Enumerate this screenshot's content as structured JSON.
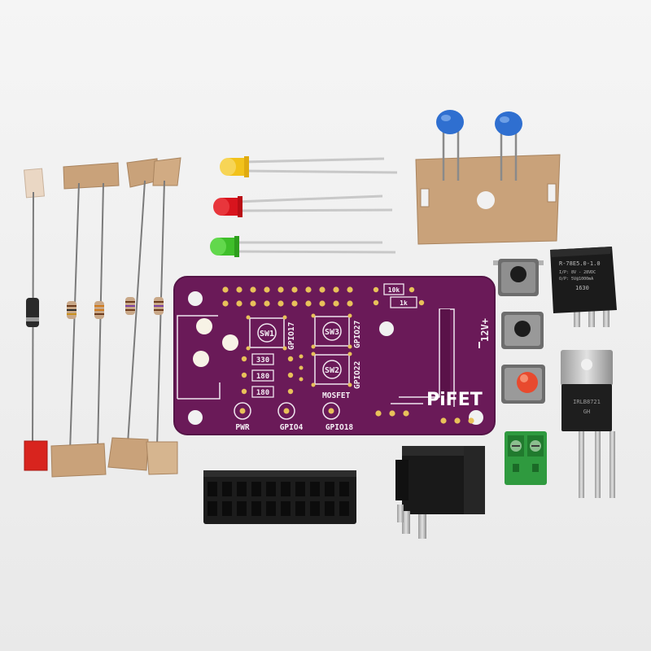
{
  "board": {
    "title": "PiFET",
    "voltage": "12V+",
    "switches": [
      "SW1",
      "SW3",
      "SW2"
    ],
    "gpio_side": [
      "GPIO17",
      "GPIO27",
      "GPIO22"
    ],
    "mosfet": "MOSFET",
    "bottom_labels": [
      "PWR",
      "GPIO4",
      "GPIO18"
    ],
    "resistors": [
      "330",
      "180",
      "180"
    ],
    "top_resistors": [
      "10k",
      "1k"
    ]
  },
  "regulator": {
    "line1": "R-78E5.0-1.0",
    "line2": "I/P: 8V - 28VDC",
    "line3": "O/P: 5V@1000mA",
    "code": "1630"
  },
  "mosfet_part": {
    "line1": "IRLB8721",
    "line2": "GH"
  },
  "colors": {
    "background": "#f1f1f1",
    "pcb": "#6a1a58",
    "tape": "#c9a27a",
    "led_yellow": "#f2c21b",
    "led_red": "#d8141d",
    "led_green": "#3fbf2a",
    "capacitor": "#2f6fd0",
    "terminal_block": "#2f9a3f",
    "button_cap_red": "#e84a2e"
  }
}
